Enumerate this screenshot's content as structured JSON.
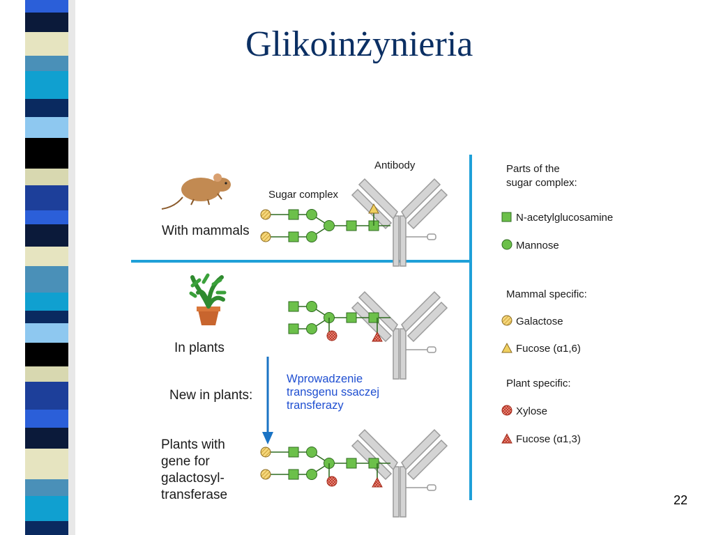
{
  "slide": {
    "title": "Glikoinżynieria",
    "page_number": "22",
    "note_lines": [
      "Wprowadzenie",
      "transgenu ssaczej",
      "transferazy"
    ]
  },
  "figure": {
    "labels": {
      "antibody": "Antibody",
      "sugar_complex": "Sugar complex",
      "with_mammals": "With mammals",
      "in_plants": "In plants",
      "new_in_plants": "New in plants:",
      "plants_with_gene": [
        "Plants with",
        "gene for",
        "galactosyl-",
        "transferase"
      ]
    },
    "legend": {
      "header_parts": [
        "Parts of the",
        "sugar complex:"
      ],
      "items_common": [
        {
          "icon": "n-acetylglucosamine-square-icon",
          "label": "N-acetylglucosamine"
        },
        {
          "icon": "mannose-circle-icon",
          "label": "Mannose"
        }
      ],
      "header_mammal": "Mammal specific:",
      "items_mammal": [
        {
          "icon": "galactose-hatched-circle-icon",
          "label": "Galactose"
        },
        {
          "icon": "fucose-yellow-triangle-icon",
          "label": "Fucose (α1,6)"
        }
      ],
      "header_plant": "Plant specific:",
      "items_plant": [
        {
          "icon": "xylose-red-circle-icon",
          "label": "Xylose"
        },
        {
          "icon": "fucose-red-triangle-icon",
          "label": "Fucose (α1,3)"
        }
      ]
    },
    "colors": {
      "divider": "#1fa0d8",
      "arrow": "#1a73c4",
      "glcnac": "#6cc04a",
      "mannose": "#6cc04a",
      "galactose": "#f0c050",
      "xylose": "#e07050",
      "fucose_plant": "#d9553a",
      "fucose_mammal": "#f0d060"
    }
  }
}
